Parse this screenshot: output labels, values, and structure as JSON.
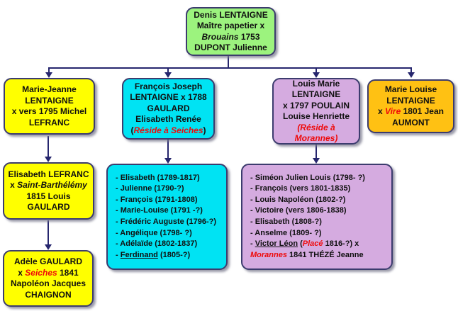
{
  "colors": {
    "parent_box": "#9CF37E",
    "lefranc_branch": "#FFFF00",
    "gaulard_branch": "#00E3F3",
    "poulain_branch": "#D5ABE0",
    "aumont_branch": "#FFC113",
    "box_border": "#3C3C6E",
    "connector": "#26266E",
    "highlight_text": "#EE0A0A"
  },
  "nodes": {
    "denis": {
      "l1": "Denis LENTAIGNE",
      "l2": "Maître papetier x",
      "l3_it": "Brouains",
      "l3_rest": " 1753",
      "l4": "DUPONT Julienne"
    },
    "marie_jeanne": {
      "l1": "Marie-Jeanne",
      "l2": "LENTAIGNE",
      "l3": "x vers 1795 Michel",
      "l4": "LEFRANC"
    },
    "francois_joseph": {
      "l1": "François Joseph",
      "l2": "LENTAIGNE x 1788",
      "l3": "GAULARD",
      "l4": "Elisabeth Renée",
      "l5_open": "(",
      "l5_red": "Réside à Seiches",
      "l5_close": ")"
    },
    "louis_marie": {
      "l1": "Louis Marie",
      "l2": "LENTAIGNE",
      "l3": "x 1797 POULAIN",
      "l4": "Louise Henriette",
      "l5_red": "(Réside à",
      "l6_red": "Morannes)"
    },
    "marie_louise": {
      "l1": "Marie Louise",
      "l2": "LENTAIGNE",
      "l3_pre": "x ",
      "l3_red": "Vire",
      "l3_post": " 1801 Jean",
      "l4": "AUMONT"
    },
    "elisabeth_lefranc": {
      "l1": "Elisabeth LEFRANC",
      "l2_pre": "x ",
      "l2_it": "Saint-Barthélémy",
      "l3": "1815 Louis",
      "l4": "GAULARD"
    },
    "adele_gaulard": {
      "l1": "Adèle GAULARD",
      "l2_pre": "x ",
      "l2_red": "Seiches",
      "l2_post": " 1841",
      "l3": "Napoléon Jacques",
      "l4": "CHAIGNON"
    },
    "gaulard_children": {
      "i1": "- Elisabeth (1789-1817)",
      "i2": "- Julienne (1790-?)",
      "i3": "- François (1791-1808)",
      "i4": "- Marie-Louise (1791 -?)",
      "i5": "- Frédéric Auguste (1796-?)",
      "i6": "- Angélique (1798- ?)",
      "i7": "- Adélaïde (1802-1837)",
      "i8_dash": "- ",
      "i8_u": "Ferdinand",
      "i8_rest": " (1805-?)"
    },
    "poulain_children": {
      "i1": "- Siméon Julien Louis (1798- ?)",
      "i2": "- François (vers 1801-1835)",
      "i3": "- Louis Napoléon (1802-?)",
      "i4": "- Victoire (vers 1806-1838)",
      "i5": "- Elisabeth (1808-?)",
      "i6": "- Anselme (1809- ?)",
      "i7_dash": "- ",
      "i7_u": "Victor Léon",
      "i7_mid": " (",
      "i7_red": "Placé",
      "i7_rest": " 1816-?) x",
      "i8_red": "Morannes",
      "i8_rest": " 1841 THÉZÉ Jeanne"
    }
  }
}
